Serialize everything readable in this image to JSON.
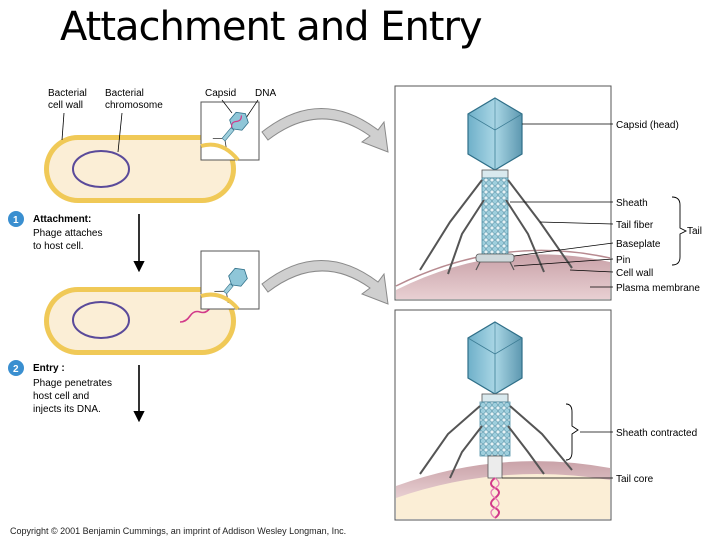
{
  "title": "Attachment and Entry",
  "labels": {
    "bacterial_cell_wall_1": "Bacterial",
    "bacterial_cell_wall_2": "cell wall",
    "bacterial_chromosome_1": "Bacterial",
    "bacterial_chromosome_2": "chromosome",
    "capsid": "Capsid",
    "dna": "DNA"
  },
  "steps": [
    {
      "number": "1",
      "title": "Attachment:",
      "lines": [
        "Phage attaches",
        "to host cell."
      ]
    },
    {
      "number": "2",
      "title": "Entry :",
      "lines": [
        "Phage penetrates",
        "host cell and",
        "injects its DNA."
      ]
    }
  ],
  "detail_top": {
    "capsid_head": "Capsid (head)",
    "sheath": "Sheath",
    "tail_fiber": "Tail fiber",
    "baseplate": "Baseplate",
    "pin": "Pin",
    "cell_wall": "Cell wall",
    "plasma_membrane": "Plasma membrane",
    "tail": "Tail"
  },
  "detail_bottom": {
    "sheath_contracted": "Sheath contracted",
    "tail_core": "Tail core"
  },
  "copyright": "Copyright © 2001 Benjamin Cummings, an imprint of Addison Wesley Longman, Inc.",
  "colors": {
    "capsid": "#8fc6d8",
    "capsid_dark": "#5e9bb3",
    "cell_fill": "#fbeed6",
    "cell_wall": "#f0c957",
    "chromosome": "#5a4a9a",
    "dna": "#d23a8a",
    "host_surface": "#d9b3b8",
    "arrow_gray": "#c8c8c8",
    "step_badge": "#3a8fd0"
  }
}
